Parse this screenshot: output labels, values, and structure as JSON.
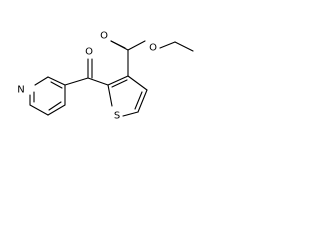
{
  "molecule": {
    "atoms": {
      "pyridine_n": "N",
      "ketone_o": "O",
      "thiophene_s": "S",
      "ester_carbonyl_o": "O",
      "ester_ether_o": "O"
    }
  }
}
